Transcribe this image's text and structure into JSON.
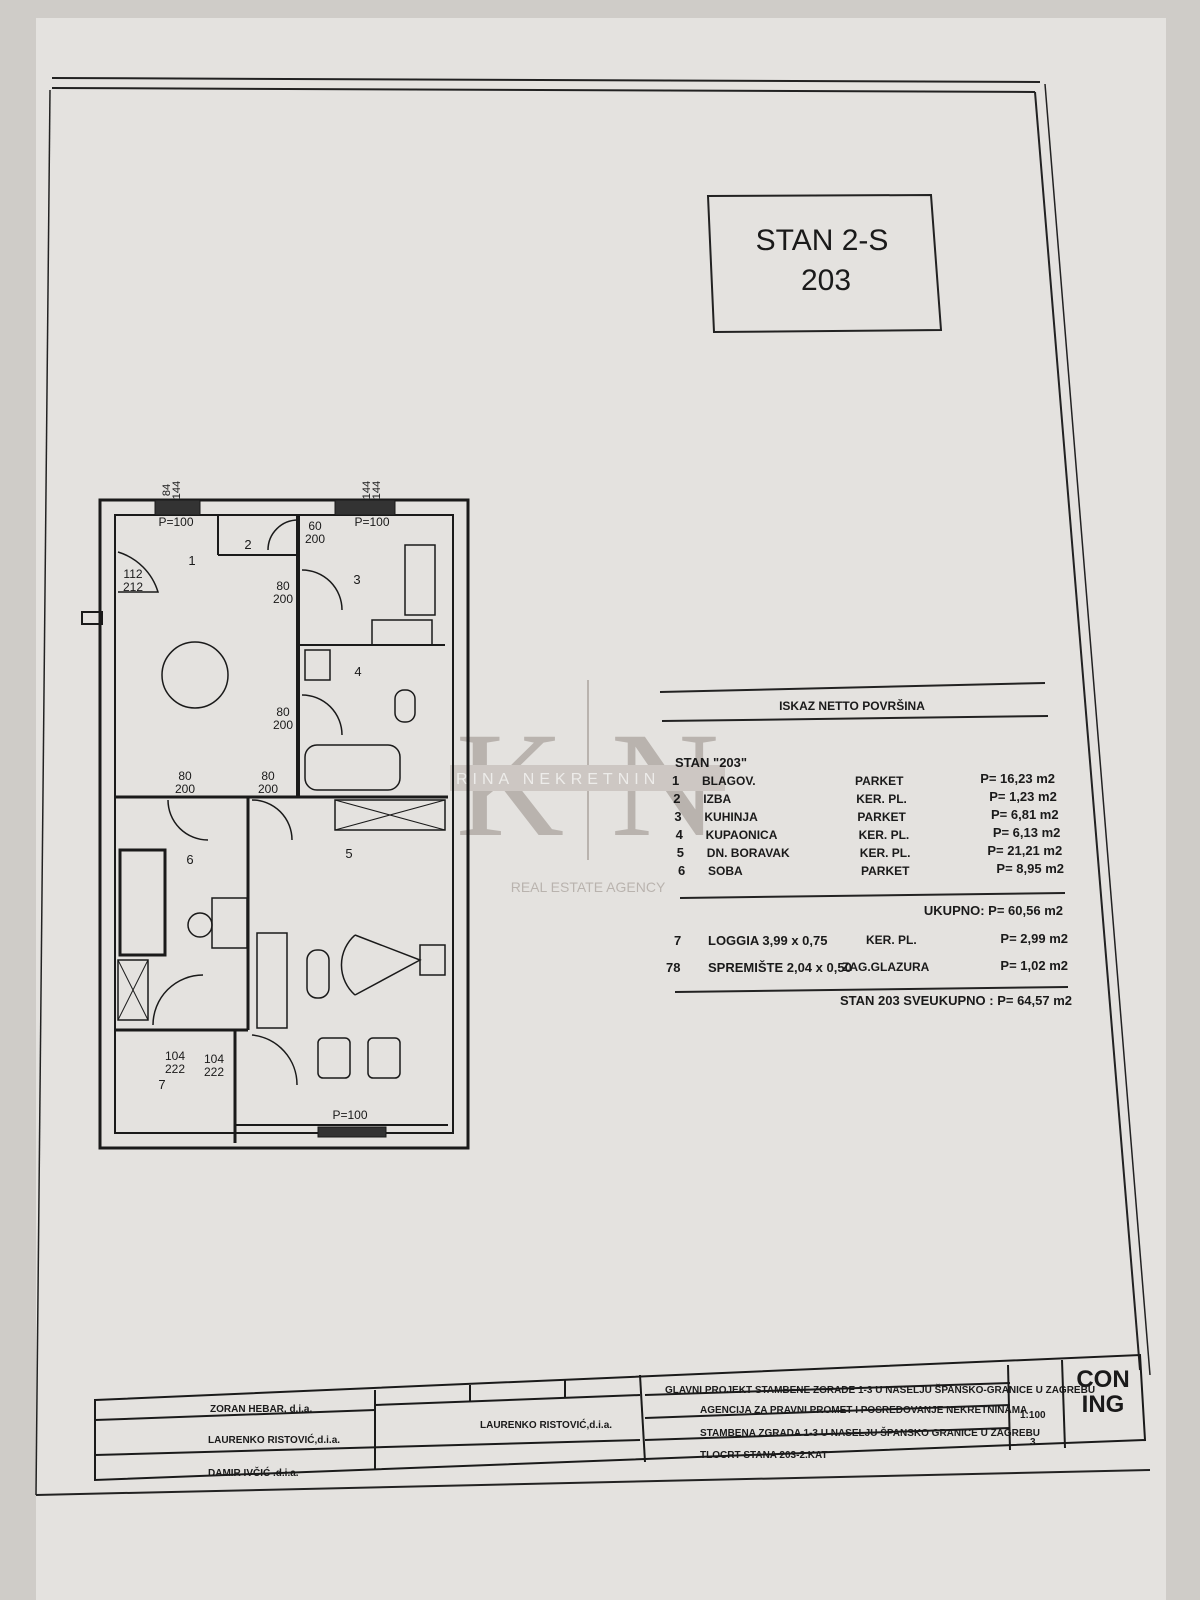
{
  "unit_box": {
    "line1": "STAN 2-S",
    "line2": "203"
  },
  "area_table": {
    "title": "ISKAZ NETTO POVRŠINA",
    "unit_label": "STAN \"203\"",
    "rooms": [
      {
        "no": "1",
        "name": "BLAGOV.",
        "floor": "PARKET",
        "area": "P= 16,23 m2"
      },
      {
        "no": "2",
        "name": "IZBA",
        "floor": "KER. PL.",
        "area": "P= 1,23 m2"
      },
      {
        "no": "3",
        "name": "KUHINJA",
        "floor": "PARKET",
        "area": "P= 6,81 m2"
      },
      {
        "no": "4",
        "name": "KUPAONICA",
        "floor": "KER. PL.",
        "area": "P= 6,13 m2"
      },
      {
        "no": "5",
        "name": "DN. BORAVAK",
        "floor": "KER. PL.",
        "area": "P= 21,21 m2"
      },
      {
        "no": "6",
        "name": "SOBA",
        "floor": "PARKET",
        "area": "P= 8,95 m2"
      }
    ],
    "subtotal": "UKUPNO: P= 60,56 m2",
    "extras": [
      {
        "no": "7",
        "name": "LOGGIA 3,99 x 0,75",
        "floor": "KER. PL.",
        "area": "P= 2,99 m2"
      },
      {
        "no": "78",
        "name": "SPREMIŠTE 2,04 x 0,50",
        "floor": "ZAG.GLAZURA",
        "area": "P= 1,02 m2"
      }
    ],
    "total": "STAN 203 SVEUKUPNO : P= 64,57 m2"
  },
  "plan": {
    "room_numbers": [
      "1",
      "2",
      "3",
      "4",
      "5",
      "6",
      "7"
    ],
    "windows": [
      "P=100",
      "P=100",
      "P=100"
    ],
    "dims_top": [
      "84",
      "144",
      "144",
      "144"
    ],
    "door_dims": [
      {
        "w": "112",
        "h": "212"
      },
      {
        "w": "60",
        "h": "200"
      },
      {
        "w": "80",
        "h": "200"
      },
      {
        "w": "80",
        "h": "200"
      },
      {
        "w": "80",
        "h": "200"
      },
      {
        "w": "80",
        "h": "200"
      },
      {
        "w": "104",
        "h": "222"
      },
      {
        "w": "104",
        "h": "222"
      }
    ]
  },
  "watermark": {
    "letters": "KN",
    "name": "RINA NEKRETNIN",
    "tagline": "REAL ESTATE AGENCY"
  },
  "title_block": {
    "author": "ZORAN HEBAR, d.i.a.",
    "lead_designer": "LAURENKO RISTOVIĆ,d.i.a.",
    "designer": "LAURENKO RISTOVIĆ,d.i.a.",
    "drawn": "DAMIR IVČIĆ .d.i.a.",
    "project": "GLAVNI PROJEKT STAMBENE ZGRADE 1-3 U NASELJU ŠPANSKO-GRANICE U ZAGREBU",
    "investor": "AGENCIJA ZA PRAVNI PROMET I POSREDOVANJE NEKRETNINAMA",
    "building": "STAMBENA ZGRADA 1-3 U NASELJU ŠPANSKO GRANICE U ZAGREBU",
    "drawing": "TLOCRT STANA 203-2.KAT",
    "scale": "1:100",
    "sheet": "3",
    "company_logo": "CON ING"
  }
}
